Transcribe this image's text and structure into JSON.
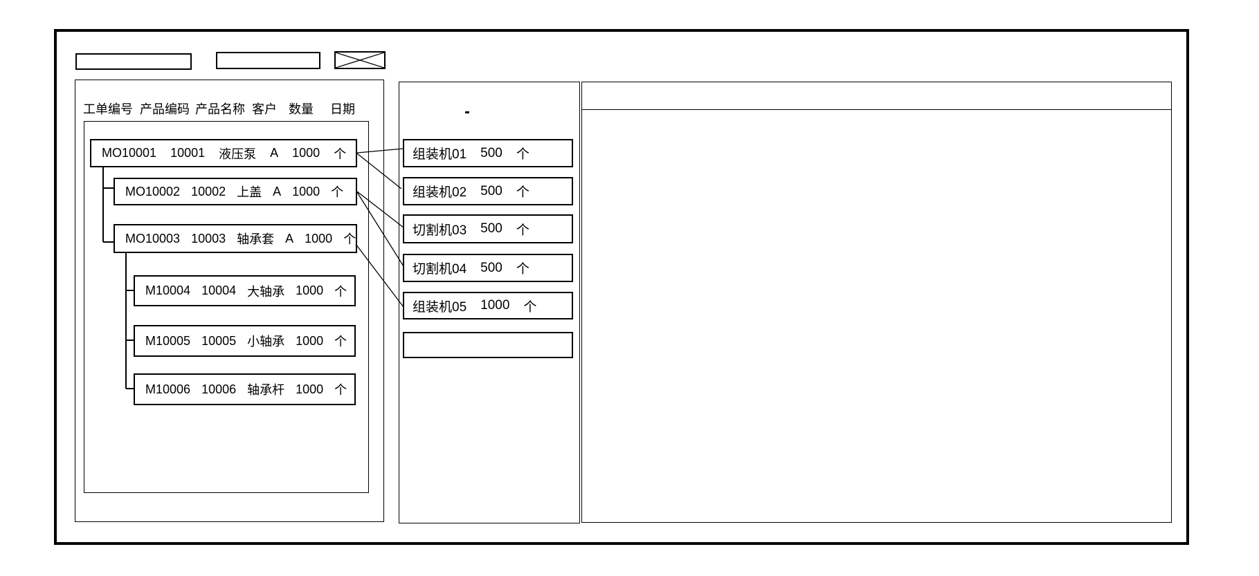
{
  "toolbar": {
    "field_1_label": "",
    "field_2_label": ""
  },
  "work_order_panel": {
    "columns": [
      "工单编号",
      "产品编码",
      "产品名称",
      "客户",
      "数量",
      "日期"
    ],
    "orders": [
      {
        "id": "MO10001",
        "product_code": "10001",
        "product_name": "液压泵",
        "customer": "A",
        "qty": "1000",
        "unit": "个",
        "level": 1
      },
      {
        "id": "MO10002",
        "product_code": "10002",
        "product_name": "上盖",
        "customer": "A",
        "qty": "1000",
        "unit": "个",
        "level": 2
      },
      {
        "id": "MO10003",
        "product_code": "10003",
        "product_name": "轴承套",
        "customer": "A",
        "qty": "1000",
        "unit": "个",
        "level": 2
      },
      {
        "id": "M10004",
        "product_code": "10004",
        "product_name": "大轴承",
        "qty": "1000",
        "unit": "个",
        "level": 3
      },
      {
        "id": "M10005",
        "product_code": "10005",
        "product_name": "小轴承",
        "qty": "1000",
        "unit": "个",
        "level": 3
      },
      {
        "id": "M10006",
        "product_code": "10006",
        "product_name": "轴承杆",
        "qty": "1000",
        "unit": "个",
        "level": 3
      }
    ]
  },
  "machine_panel": {
    "machines": [
      {
        "name": "组装机01",
        "qty": "500",
        "unit": "个"
      },
      {
        "name": "组装机02",
        "qty": "500",
        "unit": "个"
      },
      {
        "name": "切割机03",
        "qty": "500",
        "unit": "个"
      },
      {
        "name": "切割机04",
        "qty": "500",
        "unit": "个"
      },
      {
        "name": "组装机05",
        "qty": "1000",
        "unit": "个"
      },
      {
        "name": "",
        "qty": "",
        "unit": ""
      }
    ]
  },
  "connections": [
    {
      "from": "MO10001",
      "to": "组装机01"
    },
    {
      "from": "MO10001",
      "to": "组装机02"
    },
    {
      "from": "MO10002",
      "to": "切割机03"
    },
    {
      "from": "MO10002",
      "to": "切割机04"
    },
    {
      "from": "MO10003",
      "to": "组装机05"
    }
  ],
  "colors": {
    "line": "#000000",
    "background": "#ffffff"
  }
}
